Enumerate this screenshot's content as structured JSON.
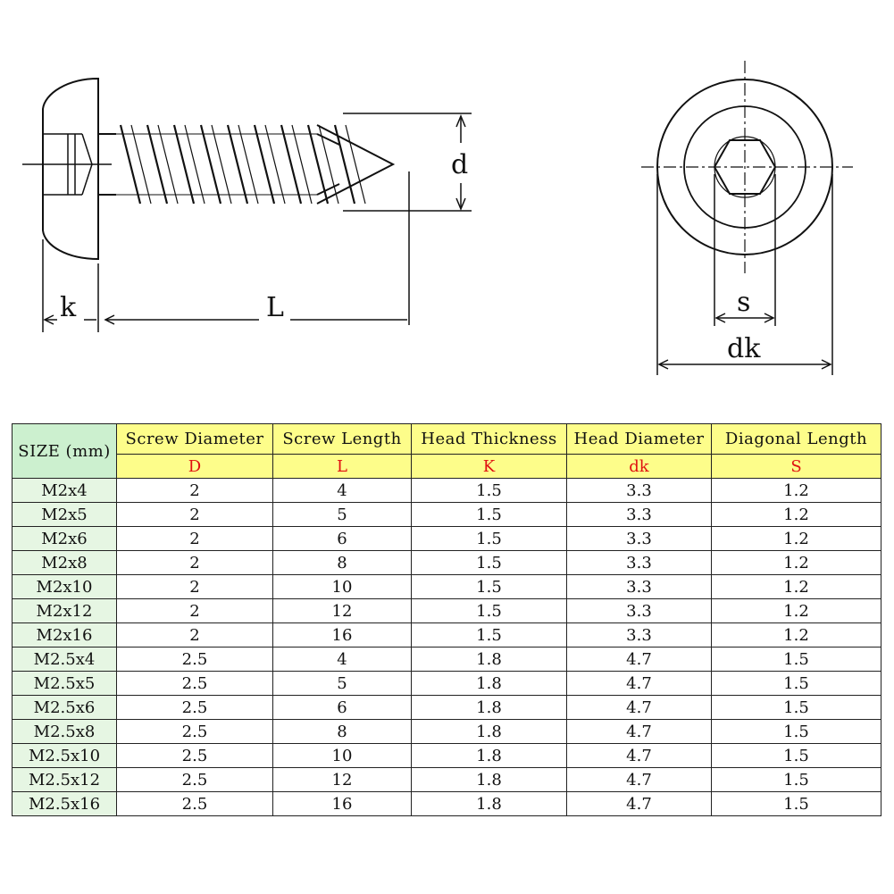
{
  "diagram": {
    "side_view_labels": {
      "diameter": "d",
      "head_thickness": "k",
      "length": "L"
    },
    "top_view_labels": {
      "socket": "s",
      "head_diameter": "dk"
    }
  },
  "table": {
    "size_header": "SIZE (mm)",
    "columns": [
      {
        "name": "Screw Diameter",
        "symbol": "D"
      },
      {
        "name": "Screw Length",
        "symbol": "L"
      },
      {
        "name": "Head Thickness",
        "symbol": "K"
      },
      {
        "name": "Head Diameter",
        "symbol": "dk"
      },
      {
        "name": "Diagonal Length",
        "symbol": "S"
      }
    ],
    "rows": [
      {
        "size": "M2x4",
        "values": [
          "2",
          "4",
          "1.5",
          "3.3",
          "1.2"
        ]
      },
      {
        "size": "M2x5",
        "values": [
          "2",
          "5",
          "1.5",
          "3.3",
          "1.2"
        ]
      },
      {
        "size": "M2x6",
        "values": [
          "2",
          "6",
          "1.5",
          "3.3",
          "1.2"
        ]
      },
      {
        "size": "M2x8",
        "values": [
          "2",
          "8",
          "1.5",
          "3.3",
          "1.2"
        ]
      },
      {
        "size": "M2x10",
        "values": [
          "2",
          "10",
          "1.5",
          "3.3",
          "1.2"
        ]
      },
      {
        "size": "M2x12",
        "values": [
          "2",
          "12",
          "1.5",
          "3.3",
          "1.2"
        ]
      },
      {
        "size": "M2x16",
        "values": [
          "2",
          "16",
          "1.5",
          "3.3",
          "1.2"
        ]
      },
      {
        "size": "M2.5x4",
        "values": [
          "2.5",
          "4",
          "1.8",
          "4.7",
          "1.5"
        ]
      },
      {
        "size": "M2.5x5",
        "values": [
          "2.5",
          "5",
          "1.8",
          "4.7",
          "1.5"
        ]
      },
      {
        "size": "M2.5x6",
        "values": [
          "2.5",
          "6",
          "1.8",
          "4.7",
          "1.5"
        ]
      },
      {
        "size": "M2.5x8",
        "values": [
          "2.5",
          "8",
          "1.8",
          "4.7",
          "1.5"
        ]
      },
      {
        "size": "M2.5x10",
        "values": [
          "2.5",
          "10",
          "1.8",
          "4.7",
          "1.5"
        ]
      },
      {
        "size": "M2.5x12",
        "values": [
          "2.5",
          "12",
          "1.8",
          "4.7",
          "1.5"
        ]
      },
      {
        "size": "M2.5x16",
        "values": [
          "2.5",
          "16",
          "1.8",
          "4.7",
          "1.5"
        ]
      }
    ]
  },
  "colors": {
    "header_yellow": "#fdfd8a",
    "size_green": "#ccf0cf",
    "size_cell_green": "#e6f6e3",
    "symbol_red": "#e01010"
  }
}
